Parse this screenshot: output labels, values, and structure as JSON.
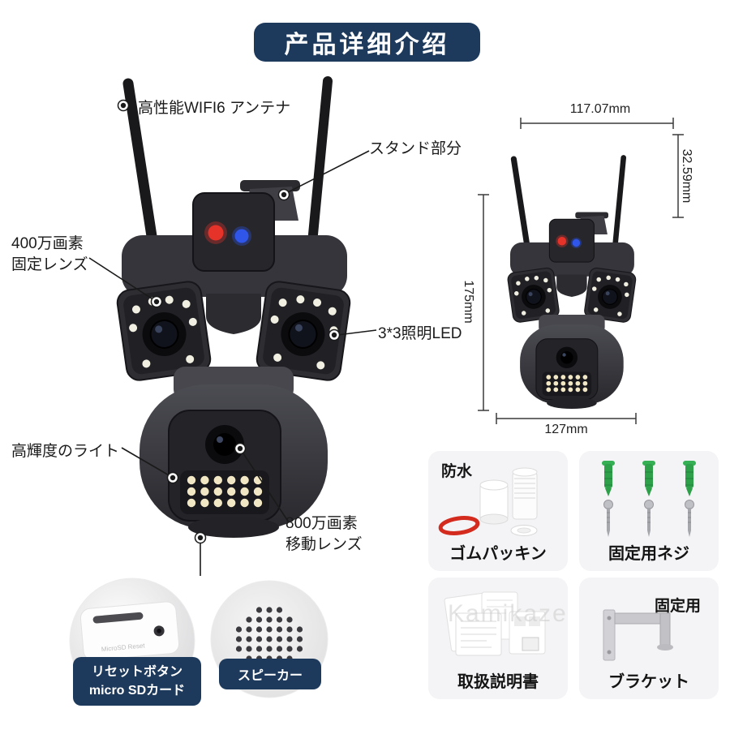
{
  "title": "产品详细介绍",
  "watermark": "Kamikaze",
  "callouts": {
    "antenna": "高性能WIFI6 アンテナ",
    "stand": "スタンド部分",
    "fixed_lens_line1": "400万画素",
    "fixed_lens_line2": "固定レンズ",
    "led": "3*3照明LED",
    "light": "高輝度のライト",
    "moving_lens_line1": "800万画素",
    "moving_lens_line2": "移動レンズ"
  },
  "dimensions": {
    "width_top": "117.07mm",
    "height_right": "32.59mm",
    "height_left": "175mm",
    "width_bottom": "127mm"
  },
  "badges": {
    "reset_line1": "リセットボタン",
    "reset_line2": "micro SDカード",
    "speaker": "スピーカー"
  },
  "module_text": "MicroSD  Reset",
  "accessories": {
    "waterproof_tag": "防水",
    "gasket_label": "ゴムパッキン",
    "screws_label": "固定用ネジ",
    "manual_label": "取扱説明書",
    "bracket_tag": "固定用",
    "bracket_label": "ブラケット"
  },
  "colors": {
    "navy": "#1d3a5c",
    "card_bg": "#f4f4f6",
    "red_light": "#e6332a",
    "blue_light": "#2f56e8",
    "anchor_green": "#2ea04a",
    "ring_red": "#d42b1f"
  }
}
